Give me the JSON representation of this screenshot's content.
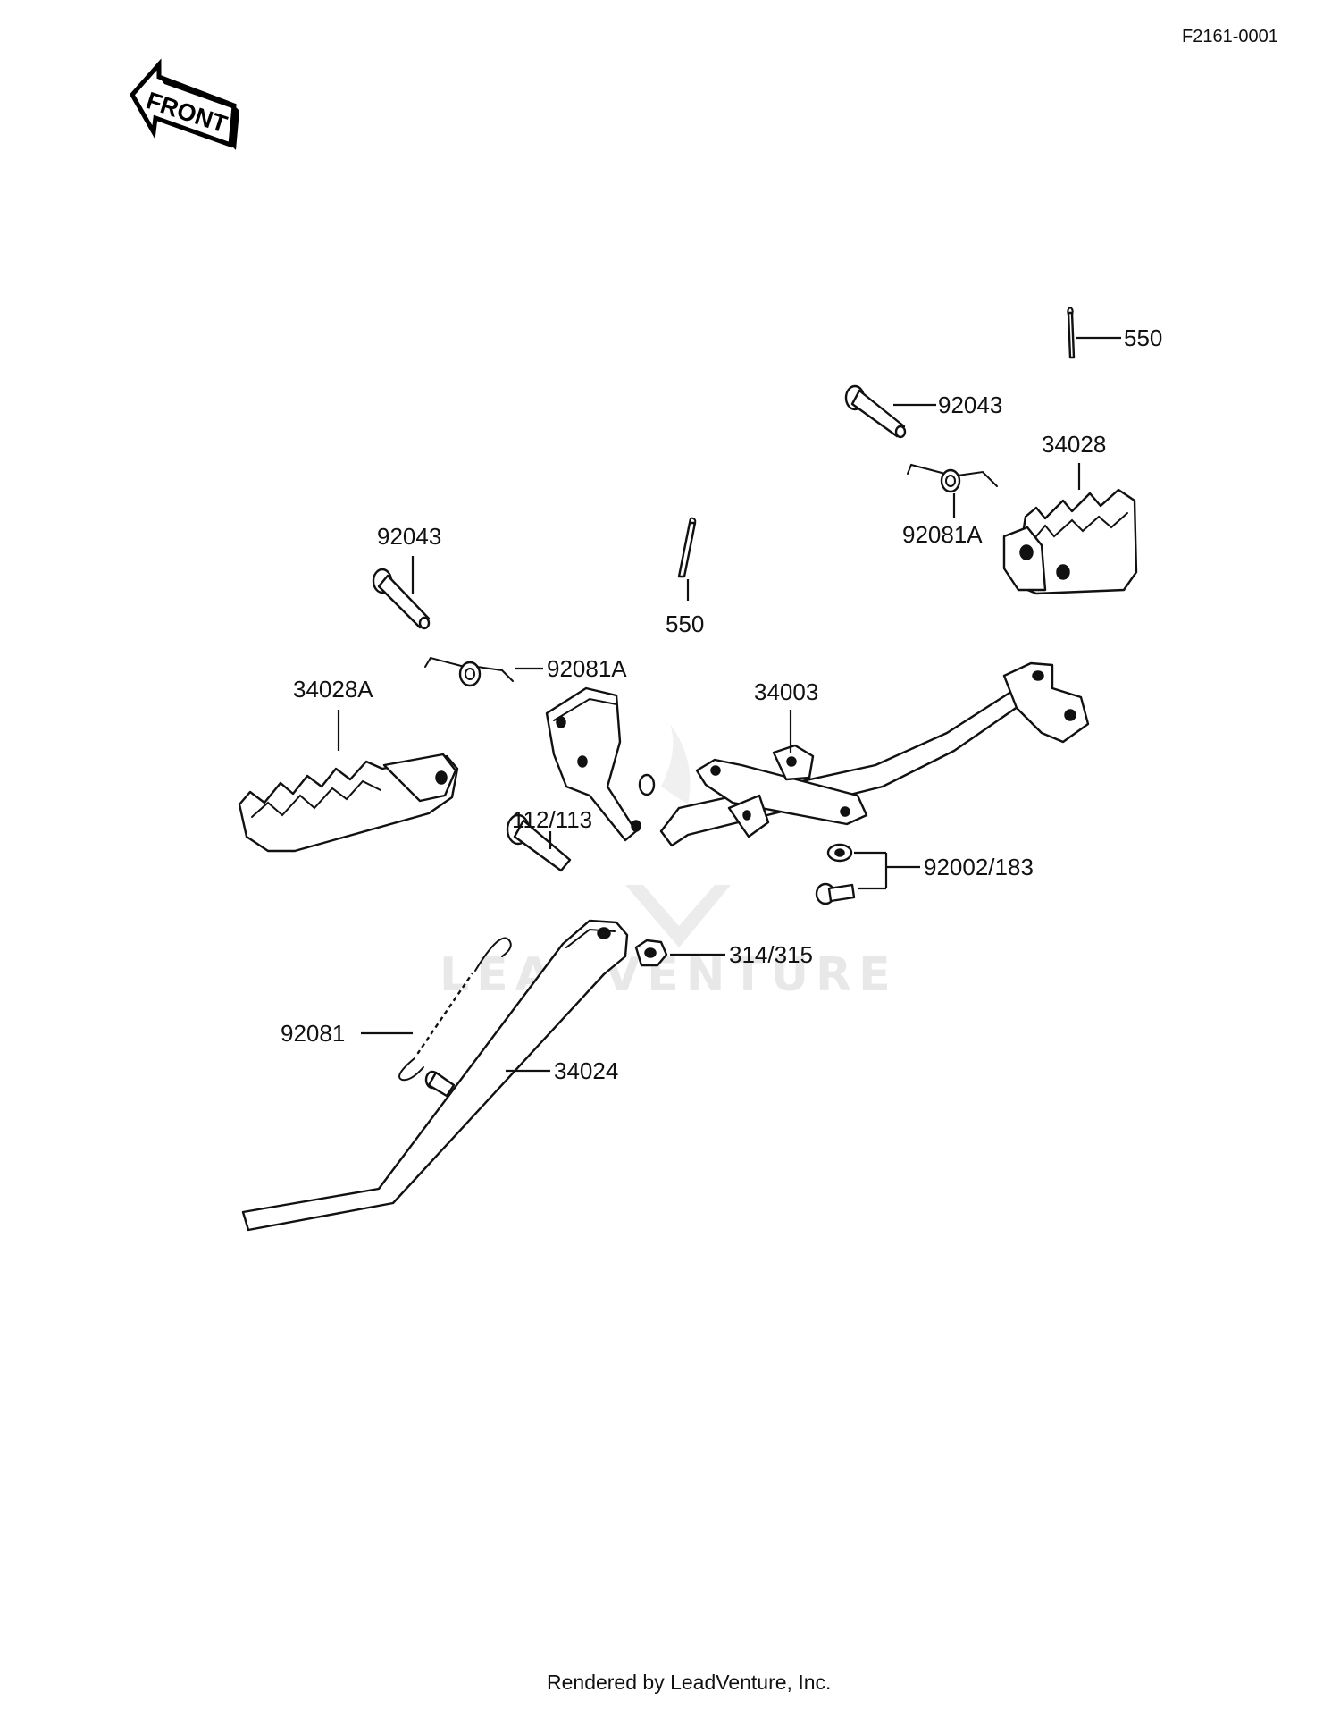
{
  "drawing_code": "F2161-0001",
  "front_indicator": "FRONT",
  "footer": "Rendered by LeadVenture, Inc.",
  "watermark": "LEADVENTURE",
  "callouts": {
    "cotter_pin_right": "550",
    "pin_right": "92043",
    "step_right": "34028",
    "spring_right": "92081A",
    "pin_left": "92043",
    "cotter_pin_center": "550",
    "spring_left": "92081A",
    "step_left": "34028A",
    "bracket": "34003",
    "bolt_pivot": "112/113",
    "washer_bolt": "92002/183",
    "nut": "314/315",
    "stand_spring": "92081",
    "side_stand": "34024"
  }
}
